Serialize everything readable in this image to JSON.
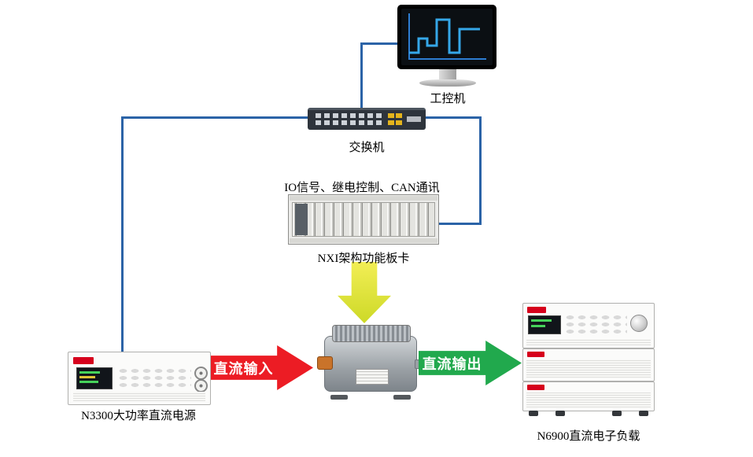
{
  "colors": {
    "cable": "#2b63a7",
    "dc_input_arrow": "#ec1c24",
    "dc_output_arrow": "#21a94d",
    "control_arrow_start": "#f2ee55",
    "control_arrow_end": "#cdd927",
    "brand_red": "#d6001c"
  },
  "nodes": {
    "ipc": {
      "label": "工控机"
    },
    "switch": {
      "label": "交换机"
    },
    "nxi": {
      "caption": "IO信号、继电控制、CAN通讯",
      "label": "NXI架构功能板卡"
    },
    "psu": {
      "label": "N3300大功率直流电源"
    },
    "load": {
      "label": "N6900直流电子负载"
    }
  },
  "arrows": {
    "dc_input": {
      "label": "直流输入"
    },
    "dc_output": {
      "label": "直流输出"
    }
  }
}
